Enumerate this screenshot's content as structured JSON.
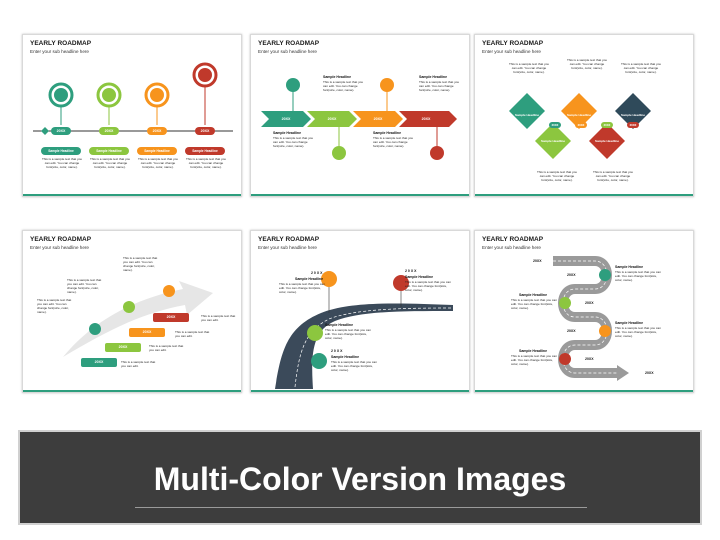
{
  "slide_title": "YEARLY ROADMAP",
  "slide_subtitle": "Enter your sub headline here",
  "year": "20XX",
  "year_spaced": "2 0 X X",
  "sample_headline": "Sample Headline",
  "sample_text_1": "This is a sample text that you can edit. You can change font(size, color, name).",
  "sample_text_2": "This is a sample text that you can edit.",
  "banner_title": "Multi-Color Version Images",
  "colors": {
    "teal": "#2e9e7e",
    "green": "#8cc63f",
    "orange": "#f7941d",
    "red": "#c0392b",
    "navy": "#2f4a5a",
    "gray_dark": "#3d3d3d",
    "road": "#3b4a5a"
  }
}
